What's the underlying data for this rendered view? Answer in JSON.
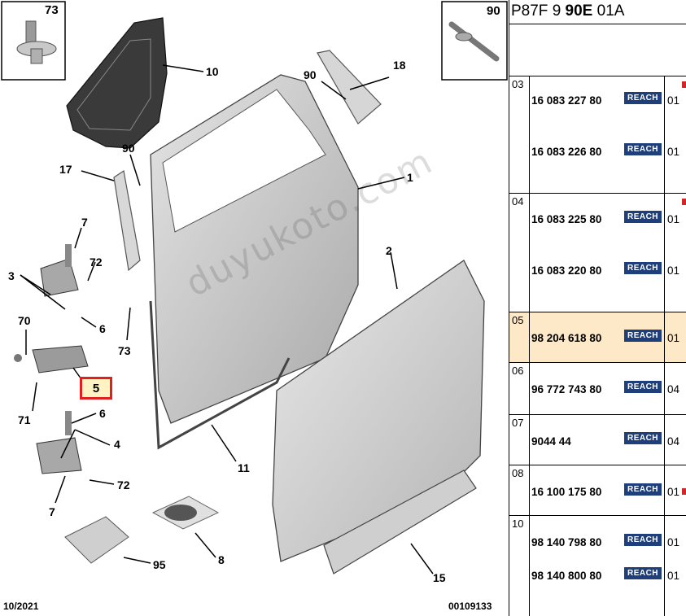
{
  "diagram": {
    "callouts": [
      "73",
      "10",
      "18",
      "90",
      "90",
      "17",
      "1",
      "7",
      "72",
      "3",
      "2",
      "6",
      "70",
      "73",
      "5",
      "71",
      "6",
      "4",
      "11",
      "72",
      "7",
      "8",
      "95",
      "15",
      "90"
    ],
    "watermark": "duyukoto.com",
    "footer_date": "10/2021",
    "footer_code": "00109133",
    "highlight_callout": "5"
  },
  "table": {
    "header": {
      "prefix": "P87F 9 ",
      "bold": "90E",
      "suffix": " 01A"
    },
    "reach_label": "REACH",
    "rows": [
      {
        "id": "03",
        "parts": [
          {
            "number": "16 083 227 80",
            "qty": "01"
          },
          {
            "number": "16 083 226 80",
            "qty": "01"
          }
        ]
      },
      {
        "id": "04",
        "parts": [
          {
            "number": "16 083 225 80",
            "qty": "01"
          },
          {
            "number": "16 083 220 80",
            "qty": "01"
          }
        ]
      },
      {
        "id": "05",
        "parts": [
          {
            "number": "98 204 618 80",
            "qty": "01"
          }
        ],
        "highlighted": true
      },
      {
        "id": "06",
        "parts": [
          {
            "number": "96 772 743 80",
            "qty": "04"
          }
        ]
      },
      {
        "id": "07",
        "parts": [
          {
            "number": "9044 44",
            "qty": "04"
          }
        ]
      },
      {
        "id": "08",
        "parts": [
          {
            "number": "16 100 175 80",
            "qty": "01"
          }
        ]
      },
      {
        "id": "10",
        "parts": [
          {
            "number": "98 140 798 80",
            "qty": "01"
          },
          {
            "number": "98 140 800 80",
            "qty": "01"
          }
        ]
      }
    ]
  }
}
